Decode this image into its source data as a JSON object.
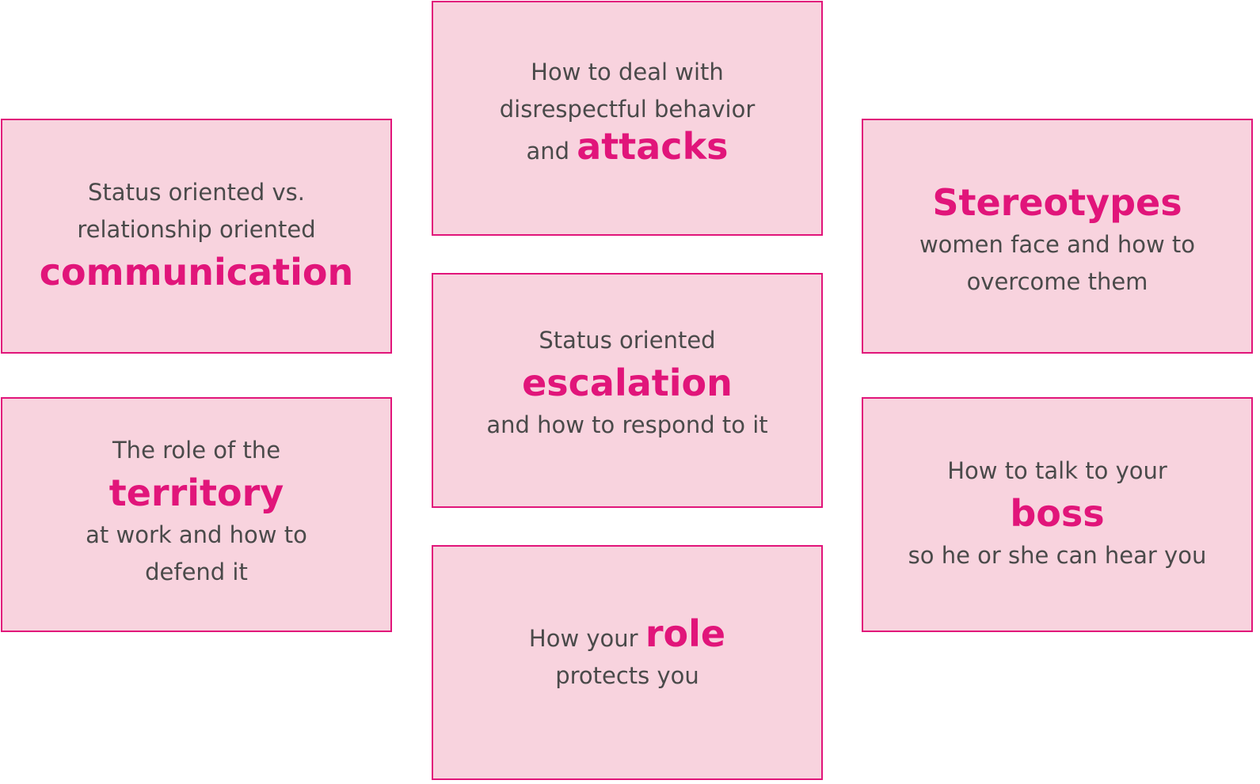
{
  "cards": {
    "attacks": {
      "line1": "How to deal with",
      "line2": "disrespectful behavior",
      "prefix": "and ",
      "keyword": "attacks"
    },
    "communication": {
      "line1": "Status oriented vs.",
      "line2": "relationship oriented",
      "keyword": "communication"
    },
    "stereotypes": {
      "keyword": "Stereotypes",
      "line1": "women face and how to",
      "line2": "overcome them"
    },
    "escalation": {
      "line1": "Status oriented",
      "keyword": "escalation",
      "line2": "and how to respond to it"
    },
    "territory": {
      "line1": "The role of the",
      "keyword": "territory",
      "line2": "at work and how to",
      "line3": "defend it"
    },
    "boss": {
      "line1": "How to talk to your",
      "keyword": "boss",
      "line2": "so he or she can hear you"
    },
    "role": {
      "prefix": "How your ",
      "keyword": "role",
      "line2": "protects you"
    }
  },
  "colors": {
    "card_fill": "#f8d3de",
    "card_border": "#e1157a",
    "keyword": "#e1157a",
    "body_text": "#4a4a4a"
  }
}
